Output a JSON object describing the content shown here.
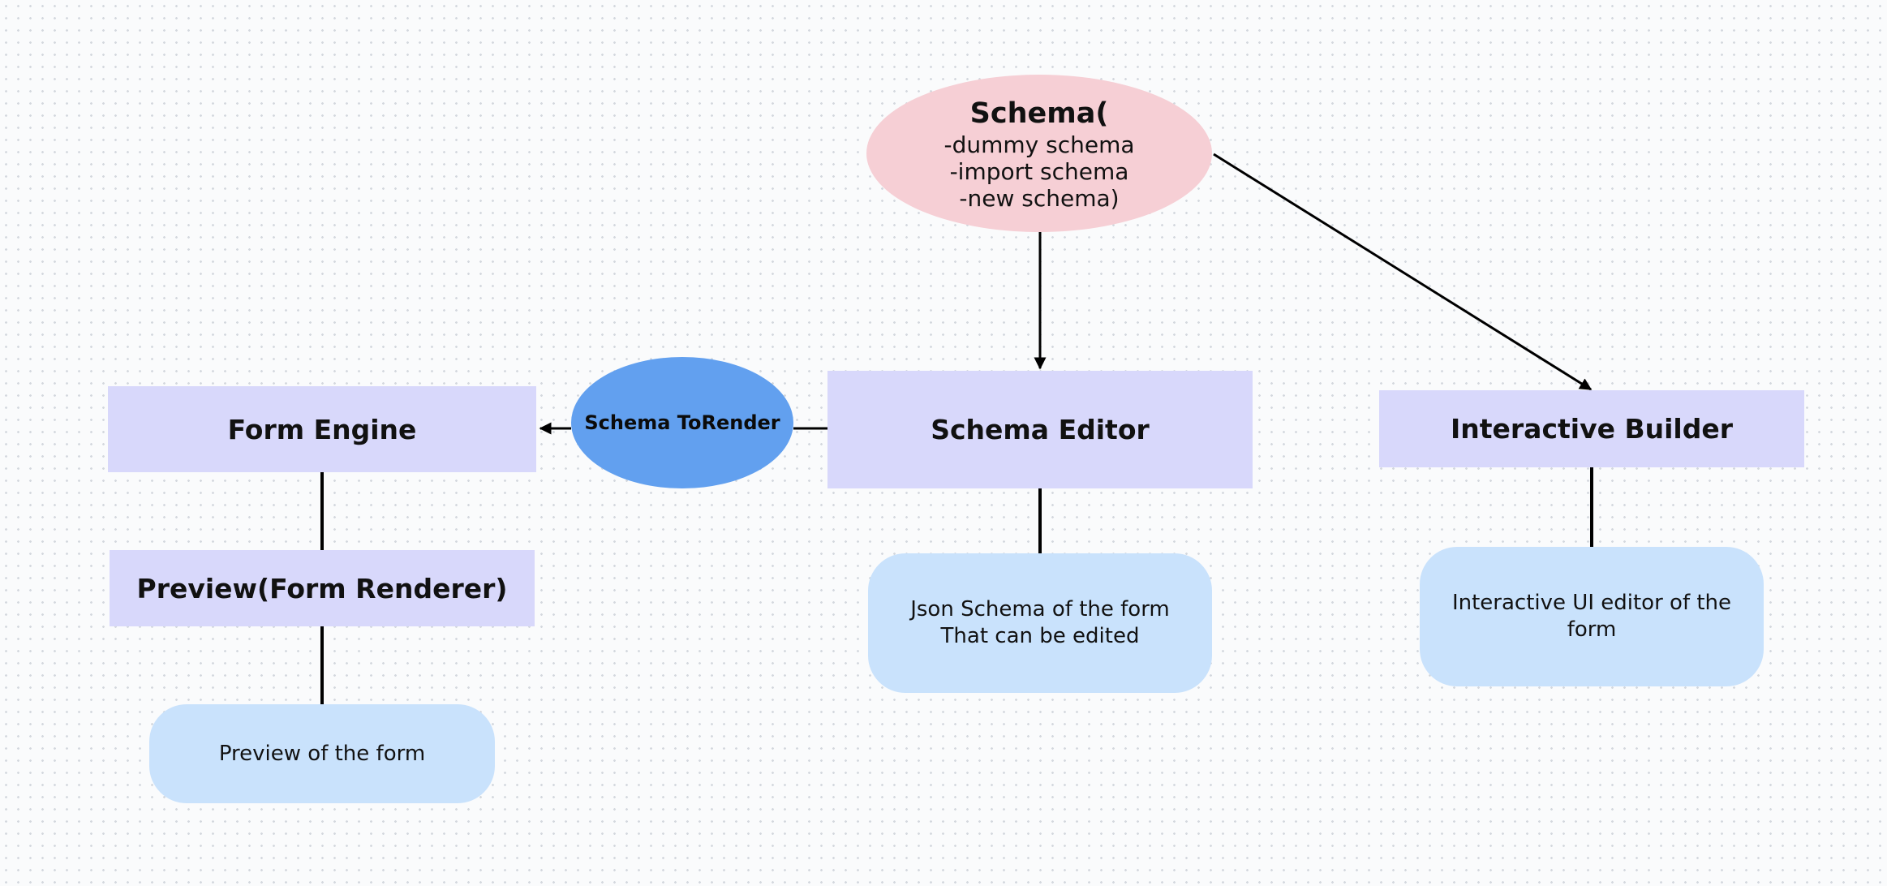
{
  "colors": {
    "box": "#d8d8fb",
    "note": "#c9e2fc",
    "schema": "#f6cfd5",
    "torender": "#62a0ef",
    "edge": "#000000"
  },
  "nodes": {
    "schema": {
      "title": "Schema(",
      "lines": [
        "-dummy schema",
        "-import schema",
        "-new schema)"
      ]
    },
    "schema_torender": {
      "label": "Schema ToRender"
    },
    "form_engine": {
      "label": "Form Engine"
    },
    "schema_editor": {
      "label": "Schema Editor"
    },
    "interactive_builder": {
      "label": "Interactive Builder"
    },
    "preview_renderer": {
      "label": "Preview(Form Renderer)"
    },
    "json_schema_note": {
      "lines": [
        "Json Schema of the form",
        "That can be edited"
      ]
    },
    "interactive_ui_note": {
      "lines": [
        "Interactive UI editor of the",
        "form"
      ]
    },
    "preview_note": {
      "label": "Preview of the form"
    }
  }
}
